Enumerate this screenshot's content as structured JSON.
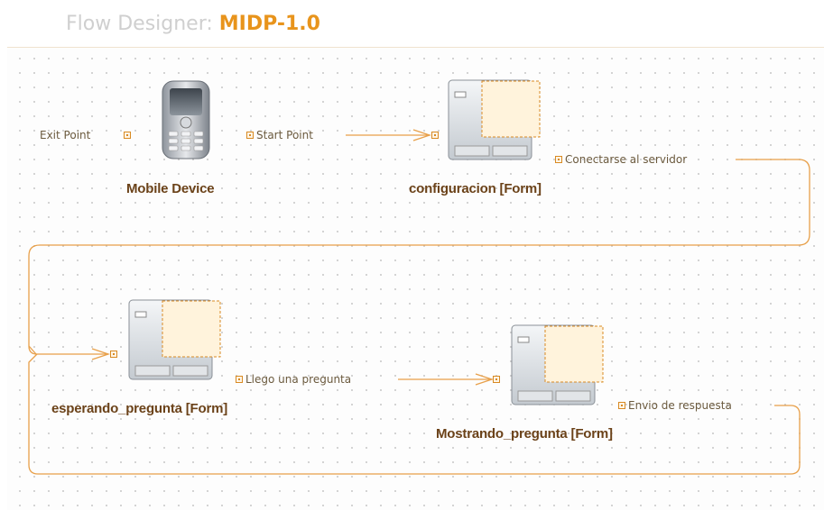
{
  "header": {
    "prefix": "Flow Designer: ",
    "document": "MIDP-1.0"
  },
  "nodes": {
    "mobile_device": {
      "label": "Mobile Device",
      "exit_point": "Exit Point",
      "start_point": "Start Point"
    },
    "configuracion": {
      "label": "configuracion [Form]",
      "transition": "Conectarse al servidor"
    },
    "esperando_pregunta": {
      "label": "esperando_pregunta [Form]",
      "transition": "Llego una pregunta"
    },
    "mostrando_pregunta": {
      "label": "Mostrando_pregunta [Form]",
      "transition": "Envio de respuesta"
    }
  },
  "colors": {
    "accent": "#e8941c",
    "flow_line": "#e8a04a",
    "label_text": "#6b4219"
  }
}
